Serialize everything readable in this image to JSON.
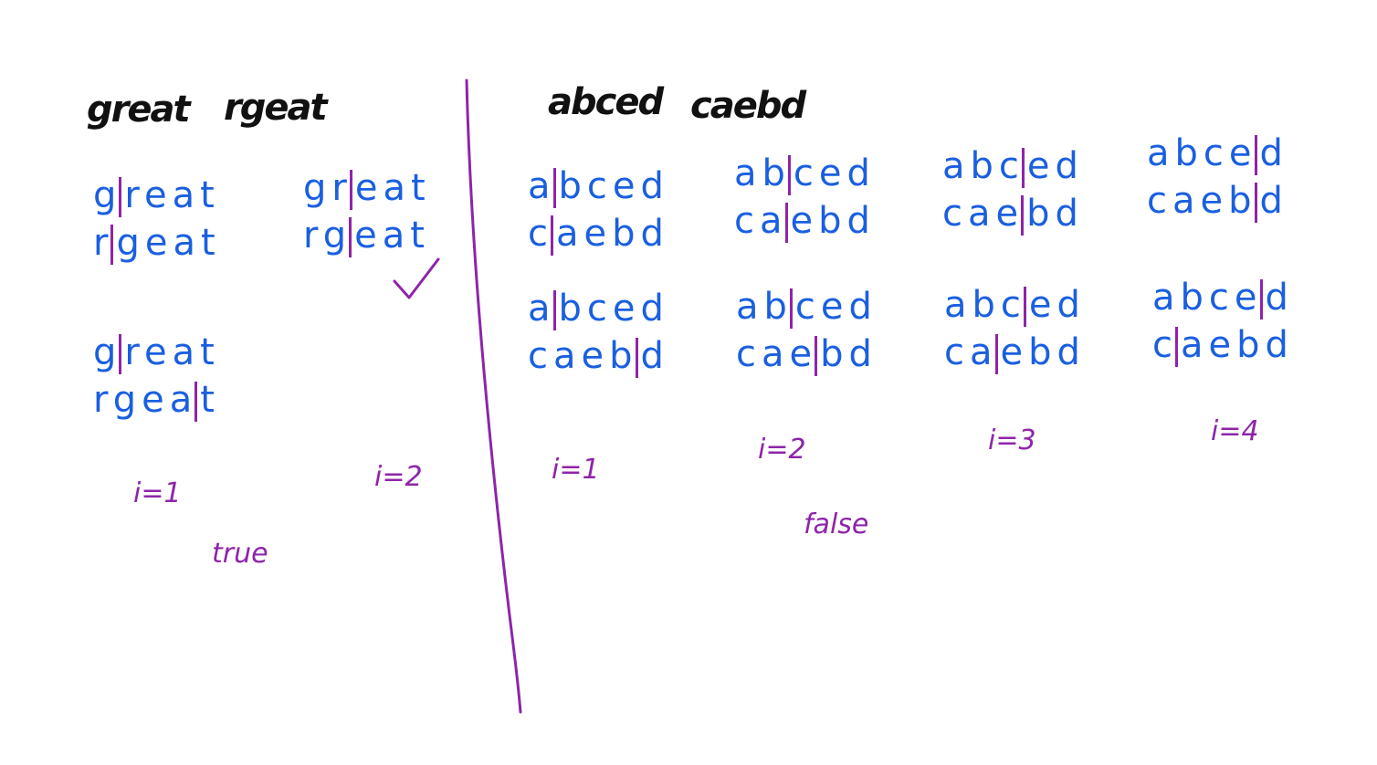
{
  "left": {
    "title_s1": "great",
    "title_s2": "rgeat",
    "pairs": [
      {
        "top_a": "g",
        "top_b": "reat",
        "bot_a": "r",
        "bot_b": "geat"
      },
      {
        "top_a": "gr",
        "top_b": "eat",
        "bot_a": "rg",
        "bot_b": "eat"
      },
      {
        "top_a": "g",
        "top_b": "reat",
        "bot_a": "rgea",
        "bot_b": "t"
      }
    ],
    "labels": {
      "i1": "i=1",
      "i2": "i=2",
      "result": "true"
    }
  },
  "right": {
    "title_s1": "abced",
    "title_s2": "caebd",
    "pairs": [
      {
        "top_a": "a",
        "top_b": "bced",
        "bot_a": "c",
        "bot_b": "aebd"
      },
      {
        "top_a": "ab",
        "top_b": "ced",
        "bot_a": "ca",
        "bot_b": "ebd"
      },
      {
        "top_a": "abc",
        "top_b": "ed",
        "bot_a": "cae",
        "bot_b": "bd"
      },
      {
        "top_a": "abce",
        "top_b": "d",
        "bot_a": "caeb",
        "bot_b": "d"
      },
      {
        "top_a": "a",
        "top_b": "bced",
        "bot_a": "caeb",
        "bot_b": "d"
      },
      {
        "top_a": "ab",
        "top_b": "ced",
        "bot_a": "cae",
        "bot_b": "bd"
      },
      {
        "top_a": "abc",
        "top_b": "ed",
        "bot_a": "ca",
        "bot_b": "ebd"
      },
      {
        "top_a": "abce",
        "top_b": "d",
        "bot_a": "c",
        "bot_b": "aebd"
      }
    ],
    "labels": {
      "i1": "i=1",
      "i2": "i=2",
      "i3": "i=3",
      "i4": "i=4",
      "result": "false"
    }
  },
  "colors": {
    "ink_black": "#111111",
    "ink_blue": "#1a5fe0",
    "ink_purple": "#8e24aa"
  }
}
